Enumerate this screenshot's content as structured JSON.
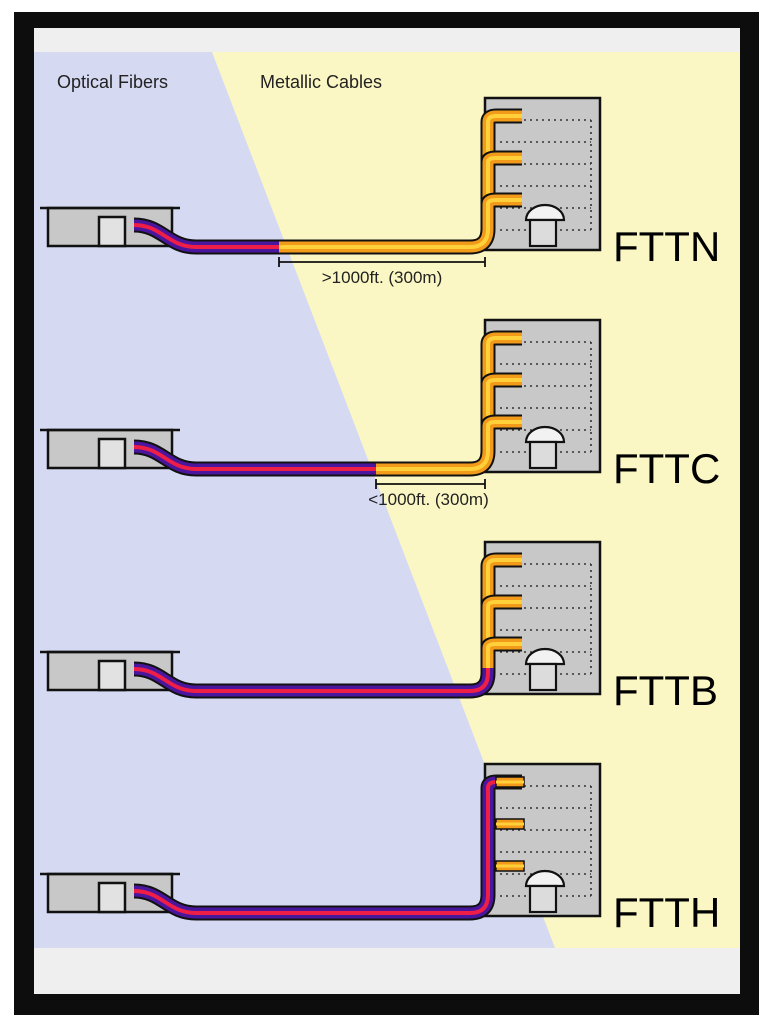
{
  "regions": {
    "fiber_label": "Optical Fibers",
    "metal_label": "Metallic Cables"
  },
  "colors": {
    "fiber_bg": "#d5d9f2",
    "metal_bg": "#fbf7c4",
    "fiber_outer": "#4a169e",
    "fiber_core": "#ee1e46",
    "metal_outer": "#f29a1a",
    "metal_core": "#ffd03a",
    "building": "#c8c8c8"
  },
  "rows": [
    {
      "label": "FTTN",
      "distance": ">1000ft. (300m)"
    },
    {
      "label": "FTTC",
      "distance": "<1000ft. (300m)"
    },
    {
      "label": "FTTB",
      "distance": ""
    },
    {
      "label": "FTTH",
      "distance": ""
    }
  ]
}
